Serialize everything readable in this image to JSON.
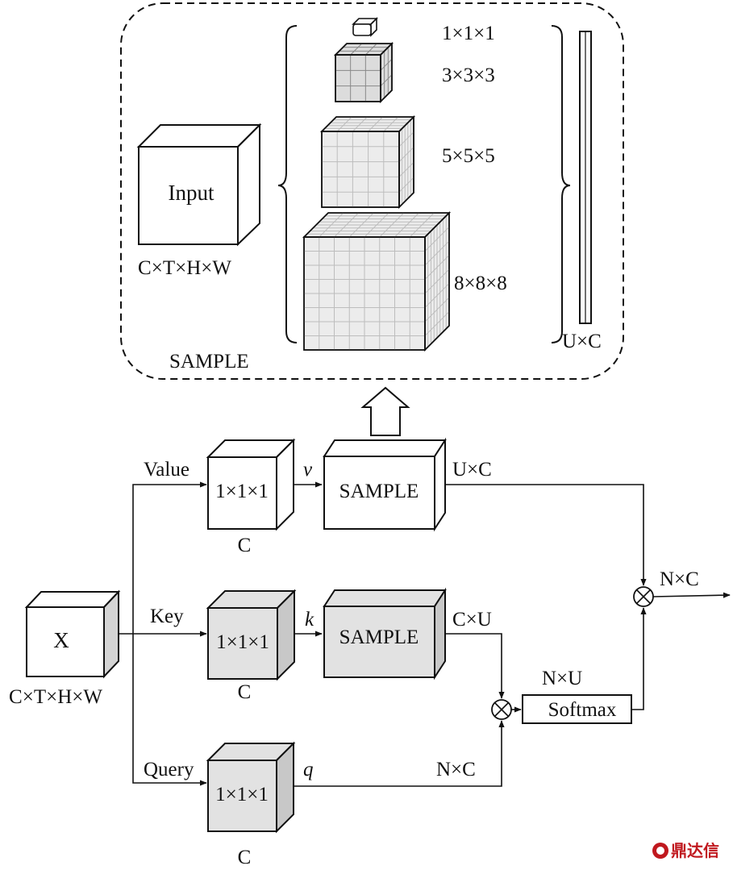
{
  "sample_panel": {
    "caption": "SAMPLE",
    "input_cube": {
      "label": "Input",
      "dims": "C×T×H×W"
    },
    "scales": [
      {
        "label": "1×1×1",
        "grid": 1
      },
      {
        "label": "3×3×3",
        "grid": 3
      },
      {
        "label": "5×5×5",
        "grid": 5
      },
      {
        "label": "8×8×8",
        "grid": 8
      }
    ],
    "output_label": "U×C"
  },
  "pipeline": {
    "input": {
      "label": "X",
      "dims": "C×T×H×W"
    },
    "branches": {
      "value": {
        "name": "Value",
        "conv": "1×1×1",
        "channels": "C",
        "symbol": "v",
        "sample": "SAMPLE",
        "out": "U×C"
      },
      "key": {
        "name": "Key",
        "conv": "1×1×1",
        "channels": "C",
        "symbol": "k",
        "sample": "SAMPLE",
        "out": "C×U"
      },
      "query": {
        "name": "Query",
        "conv": "1×1×1",
        "channels": "C",
        "symbol": "q",
        "out": "N×C"
      }
    },
    "softmax": {
      "label": "Softmax",
      "out": "N×U"
    },
    "output": "N×C"
  },
  "watermark": "鼎达信",
  "colors": {
    "line": "#111111",
    "shaded": "#e2e2e2",
    "shaded_side": "#c8c8c8",
    "grid_fill": "#ececec",
    "watermark": "#c0181e"
  }
}
